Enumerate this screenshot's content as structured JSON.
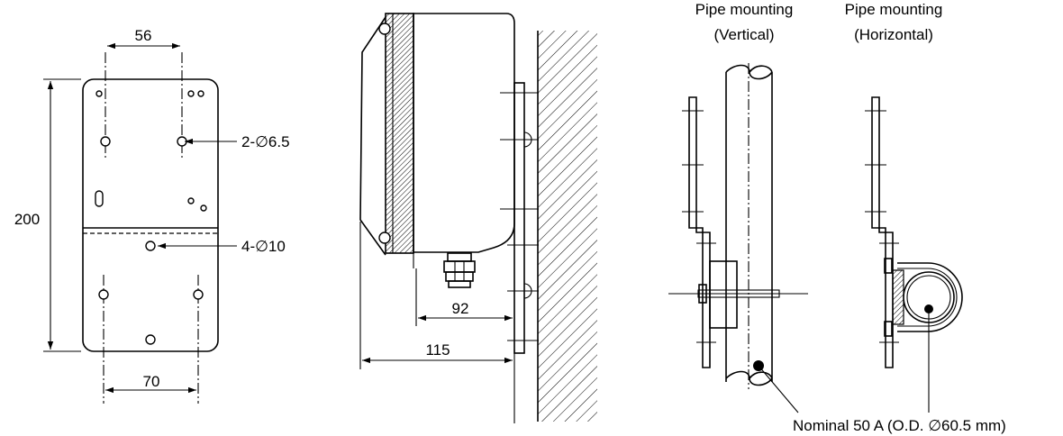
{
  "plate": {
    "dim_top": "56",
    "dim_height": "200",
    "dim_bottom": "70",
    "label_small_holes": "2-∅6.5",
    "label_large_holes": "4-∅10"
  },
  "side_view": {
    "dim_92": "92",
    "dim_115": "115"
  },
  "pipe_vertical": {
    "title_line1": "Pipe mounting",
    "title_line2": "(Vertical)"
  },
  "pipe_horizontal": {
    "title_line1": "Pipe mounting",
    "title_line2": "(Horizontal)"
  },
  "note": "Nominal 50 A (O.D. ∅60.5 mm)"
}
